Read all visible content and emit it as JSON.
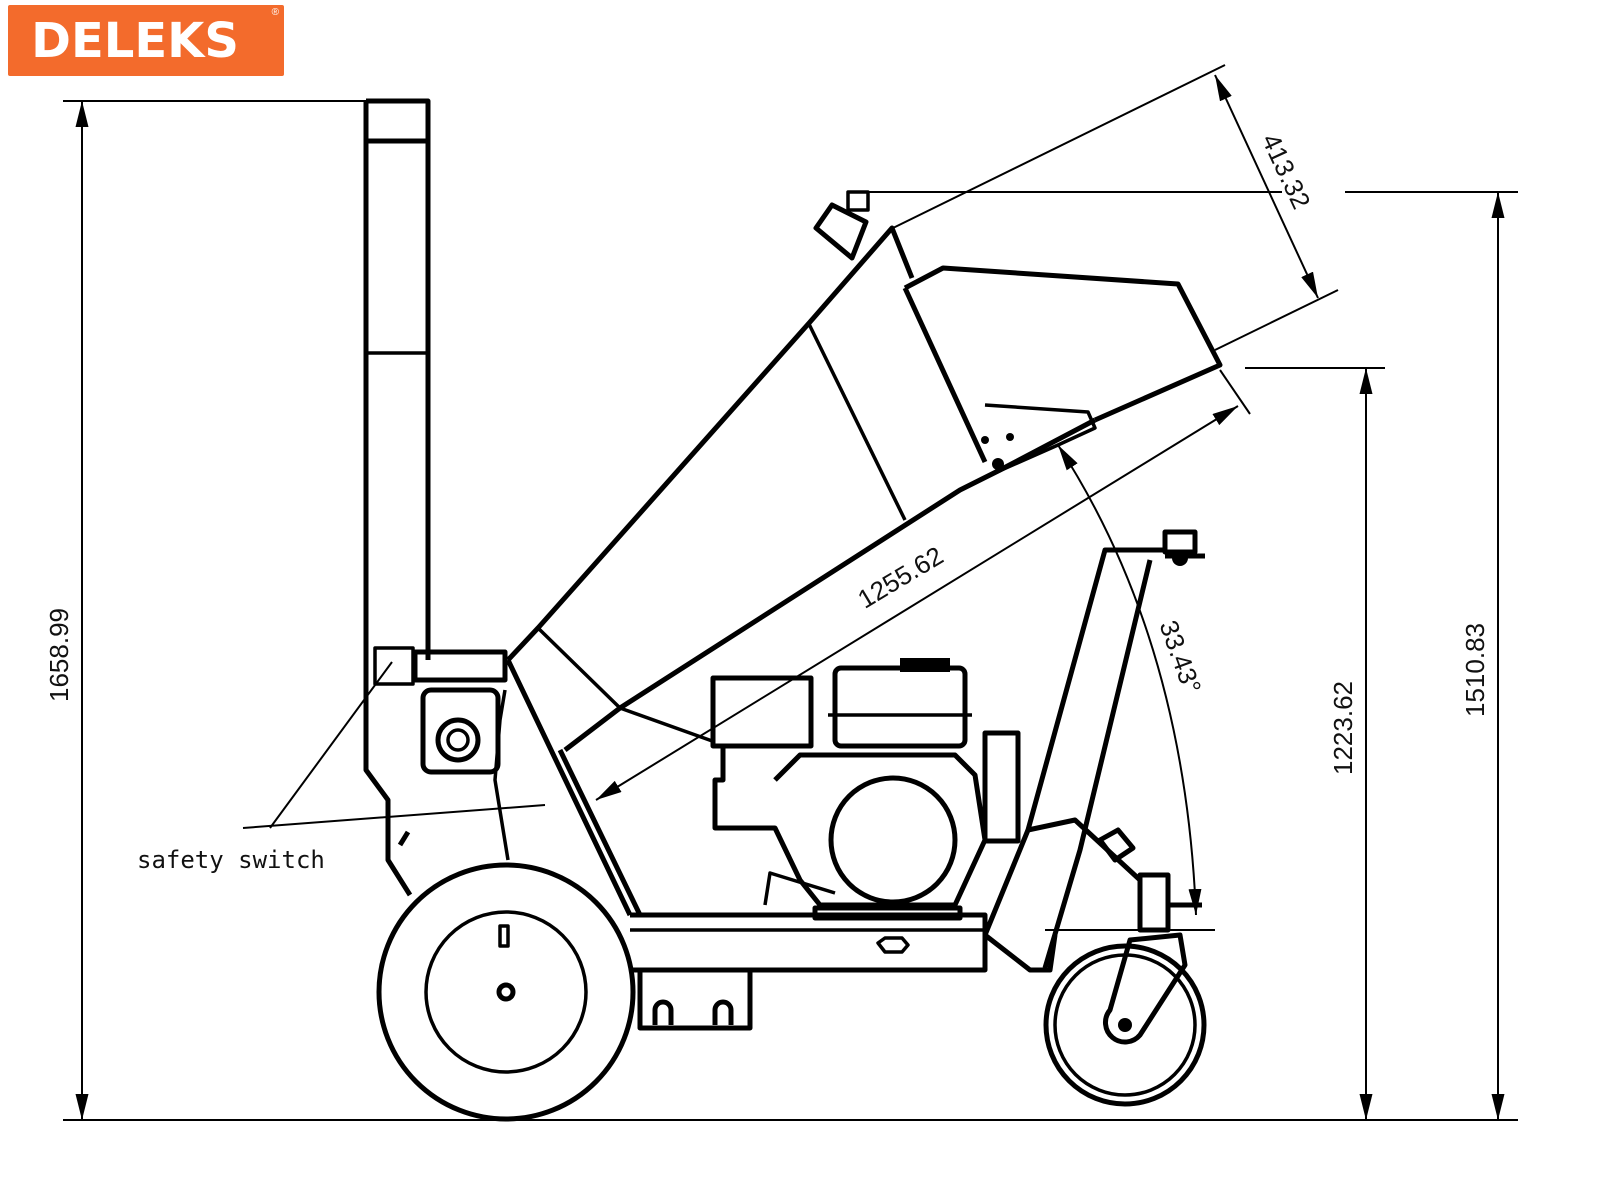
{
  "brand": {
    "logo_text": "DELEKS",
    "registered_mark": "®",
    "color": "#F36B2C"
  },
  "dimensions": {
    "total_height": "1658.99",
    "hopper_top_height": "1510.83",
    "hopper_opening_height": "1223.62",
    "hopper_opening_width": "413.32",
    "chute_length": "1255.62",
    "chute_angle": "33.43°"
  },
  "labels": {
    "safety_switch": "safety switch"
  }
}
